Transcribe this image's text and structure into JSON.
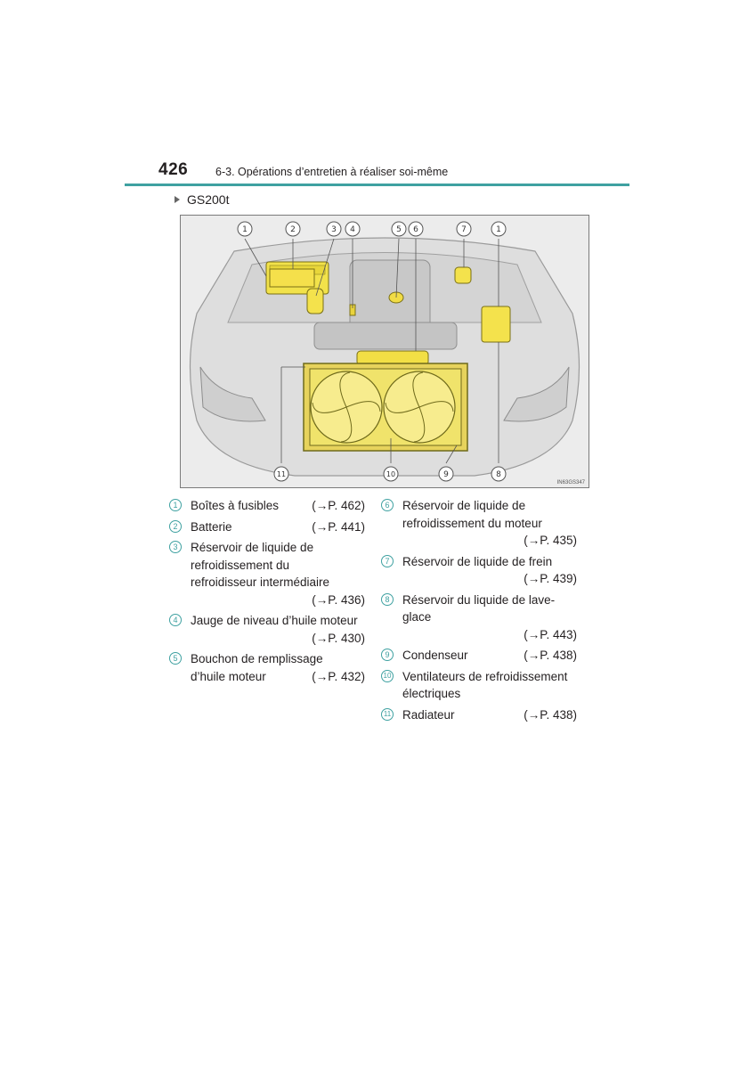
{
  "header": {
    "page_number": "426",
    "section": "6-3. Opérations d’entretien à réaliser soi-même"
  },
  "subsection": "GS200t",
  "figure": {
    "callouts": [
      "1",
      "2",
      "3",
      "4",
      "5",
      "6",
      "7",
      "1",
      "11",
      "10",
      "9",
      "8"
    ],
    "code": "IN63GS347"
  },
  "legend": [
    {
      "num": "1",
      "lines": [
        "Boîtes à fusibles"
      ],
      "ref": "(→P. 462)"
    },
    {
      "num": "2",
      "lines": [
        "Batterie"
      ],
      "ref": "(→P. 441)"
    },
    {
      "num": "3",
      "lines": [
        "Réservoir de liquide de",
        "refroidissement du",
        "refroidisseur intermédiaire"
      ],
      "ref": "(→P. 436)"
    },
    {
      "num": "4",
      "lines": [
        "Jauge de niveau d’huile moteur"
      ],
      "ref": "(→P. 430)"
    },
    {
      "num": "5",
      "lines": [
        "Bouchon de remplissage",
        "d’huile moteur"
      ],
      "ref": "(→P. 432)"
    },
    {
      "num": "6",
      "lines": [
        "Réservoir de liquide de",
        "refroidissement du moteur"
      ],
      "ref": "(→P. 435)"
    },
    {
      "num": "7",
      "lines": [
        "Réservoir de liquide de frein"
      ],
      "ref": "(→P. 439)"
    },
    {
      "num": "8",
      "lines": [
        "Réservoir du liquide de lave-glace"
      ],
      "ref": "(→P. 443)"
    },
    {
      "num": "9",
      "lines": [
        "Condenseur"
      ],
      "ref": "(→P. 438)"
    },
    {
      "num": "10",
      "lines": [
        "Ventilateurs de refroidissement",
        "électriques"
      ],
      "ref": ""
    },
    {
      "num": "11",
      "lines": [
        "Radiateur"
      ],
      "ref": "(→P. 438)"
    }
  ]
}
